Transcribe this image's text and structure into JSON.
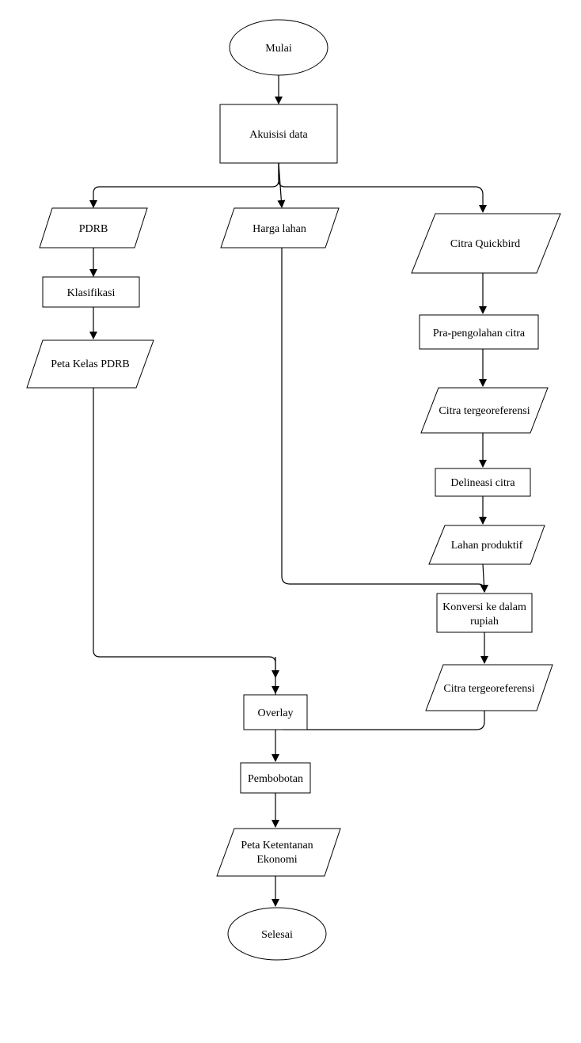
{
  "nodes": {
    "start": "Mulai",
    "akuisisi": "Akuisisi data",
    "pdrb": "PDRB",
    "harga": "Harga  lahan",
    "citra_qb": "Citra Quickbird",
    "klasifikasi": "Klasifikasi",
    "peta_kelas": "Peta Kelas PDRB",
    "pra": "Pra-pengolahan citra",
    "citra_geo1": "Citra tergeoreferensi",
    "delineasi": "Delineasi citra",
    "lahan": "Lahan produktif",
    "konversi_line1": "Konversi ke dalam",
    "konversi_line2": "rupiah",
    "citra_geo2": "Citra tergeoreferensi",
    "overlay": "Overlay",
    "pembobotan": "Pembobotan",
    "peta_ket_line1": "Peta Ketentanan",
    "peta_ket_line2": "Ekonomi",
    "end": "Selesai"
  }
}
